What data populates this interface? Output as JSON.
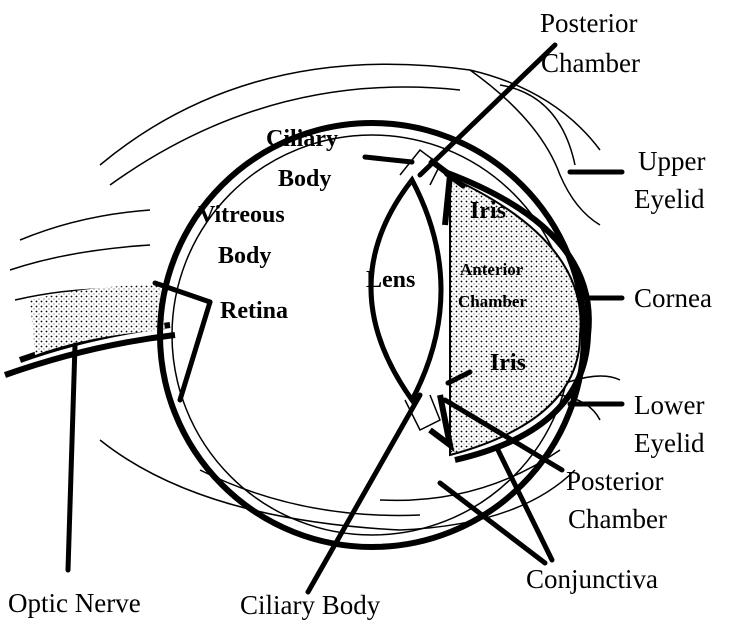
{
  "diagram": {
    "external_labels": {
      "posterior_chamber_top_1": "Posterior",
      "posterior_chamber_top_2": "Chamber",
      "upper_eyelid_1": "Upper",
      "upper_eyelid_2": "Eyelid",
      "cornea": "Cornea",
      "lower_eyelid_1": "Lower",
      "lower_eyelid_2": "Eyelid",
      "posterior_chamber_bottom_1": "Posterior",
      "posterior_chamber_bottom_2": "Chamber",
      "conjunctiva": "Conjunctiva",
      "optic_nerve": "Optic Nerve",
      "ciliary_body_bottom": "Ciliary Body"
    },
    "internal_labels": {
      "ciliary_body_1": "Ciliary",
      "ciliary_body_2": "Body",
      "vitreous_body_1": "Vitreous",
      "vitreous_body_2": "Body",
      "lens": "Lens",
      "retina": "Retina",
      "iris_upper": "Iris",
      "iris_lower": "Iris",
      "anterior_chamber_1": "Anterior",
      "anterior_chamber_2": "Chamber"
    },
    "colors": {
      "ink": "#000000",
      "stipple": "#000000",
      "background": "#ffffff"
    }
  }
}
